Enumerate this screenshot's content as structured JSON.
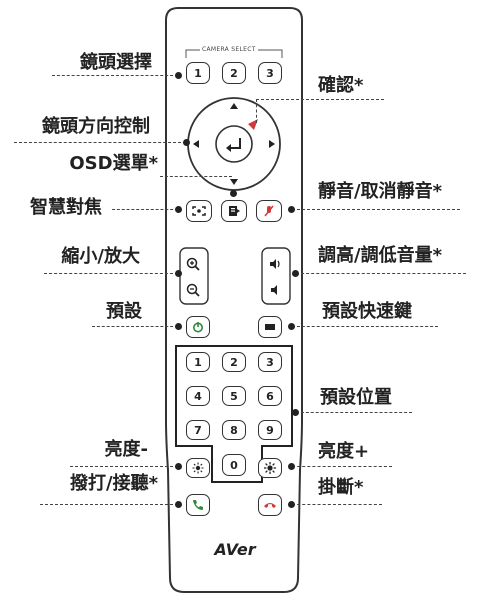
{
  "camera_select_label": "CAMERA SELECT",
  "brand": "AVer",
  "camera_keys": [
    "1",
    "2",
    "3"
  ],
  "number_keys": [
    "1",
    "2",
    "3",
    "4",
    "5",
    "6",
    "7",
    "8",
    "9",
    "0"
  ],
  "labels_left": {
    "camera_select": "鏡頭選擇",
    "direction": "鏡頭方向控制",
    "osd_menu": "OSD選單*",
    "smart_focus": "智慧對焦",
    "zoom": "縮小/放大",
    "preset": "預設",
    "brightness_minus": "亮度-",
    "call_answer": "撥打/接聽*"
  },
  "labels_right": {
    "confirm": "確認*",
    "mute": "靜音/取消靜音*",
    "volume": "調高/調低音量*",
    "preset_hotkey": "預設快速鍵",
    "preset_position": "預設位置",
    "brightness_plus": "亮度+",
    "hang_up": "掛斷*"
  },
  "colors": {
    "accent_red": "#d23a3a",
    "accent_green": "#2e8b3a",
    "outline": "#333333"
  }
}
